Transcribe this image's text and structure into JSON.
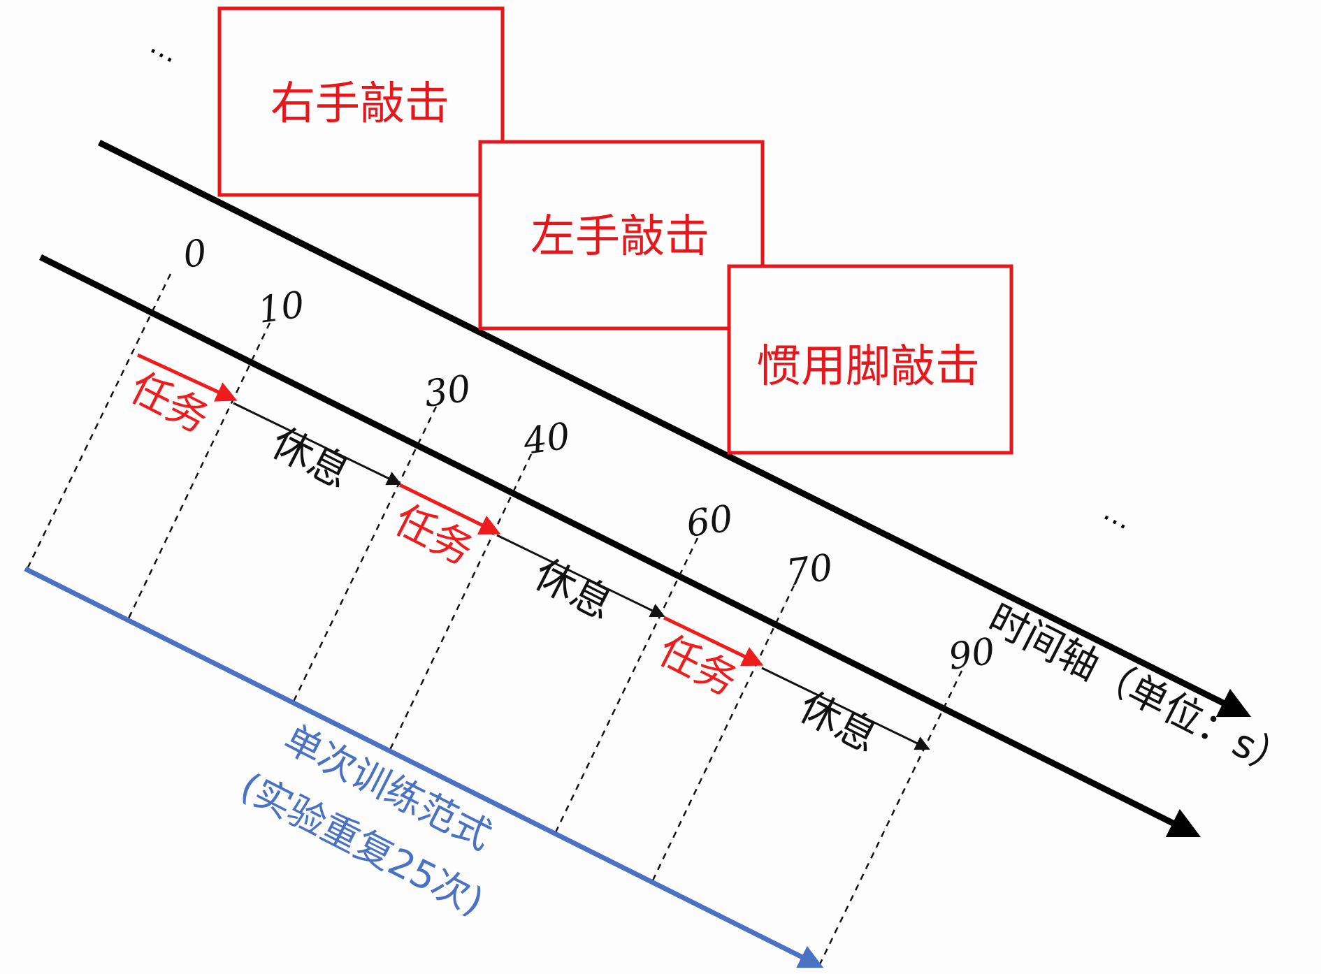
{
  "colors": {
    "task": "#ee1c1c",
    "rest": "#111111",
    "axis": "#000000",
    "session": "#4a72c4",
    "box_border": "#e8151b"
  },
  "ellipsis_top": "…",
  "ellipsis_right": "…",
  "boxes": {
    "right_hand": "右手敲击",
    "left_hand": "左手敲击",
    "foot": "惯用脚敲击"
  },
  "ticks": {
    "t0": "0",
    "t10": "10",
    "t30": "30",
    "t40": "40",
    "t60": "60",
    "t70": "70",
    "t90": "90"
  },
  "segments": {
    "task1": "任务",
    "rest1": "休息",
    "task2": "任务",
    "rest2": "休息",
    "task3": "任务",
    "rest3": "休息"
  },
  "axis_label": "时间轴（单位：s）",
  "session": {
    "line1": "单次训练范式",
    "line2": "(实验重复25次)"
  }
}
